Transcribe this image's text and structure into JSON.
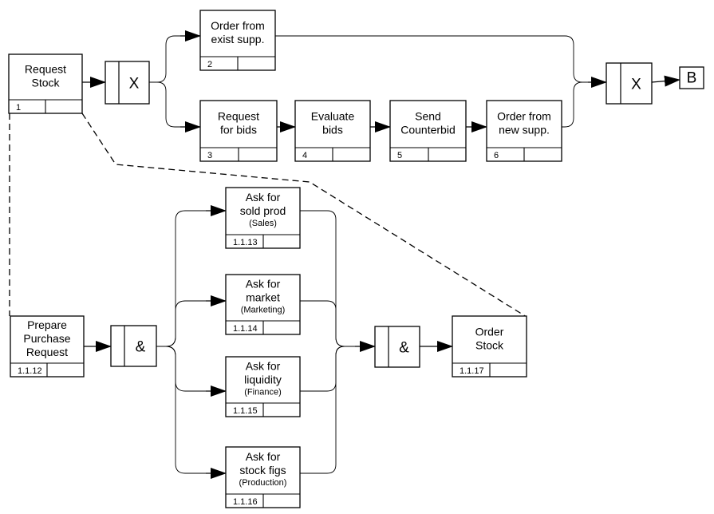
{
  "processes": [
    {
      "id": "p1",
      "lines": [
        "Request",
        "Stock"
      ],
      "sub": "",
      "num": "1"
    },
    {
      "id": "p2",
      "lines": [
        "Order from",
        "exist supp."
      ],
      "sub": "",
      "num": "2"
    },
    {
      "id": "p3",
      "lines": [
        "Request",
        "for bids"
      ],
      "sub": "",
      "num": "3"
    },
    {
      "id": "p4",
      "lines": [
        "Evaluate",
        "bids"
      ],
      "sub": "",
      "num": "4"
    },
    {
      "id": "p5",
      "lines": [
        "Send",
        "Counterbid"
      ],
      "sub": "",
      "num": "5"
    },
    {
      "id": "p6",
      "lines": [
        "Order from",
        "new supp."
      ],
      "sub": "",
      "num": "6"
    },
    {
      "id": "p12",
      "lines": [
        "Prepare",
        "Purchase",
        "Request"
      ],
      "sub": "",
      "num": "1.1.12"
    },
    {
      "id": "p13",
      "lines": [
        "Ask for",
        "sold  prod"
      ],
      "sub": "(Sales)",
      "num": "1.1.13"
    },
    {
      "id": "p14",
      "lines": [
        "Ask for",
        "market"
      ],
      "sub": "(Marketing)",
      "num": "1.1.14"
    },
    {
      "id": "p15",
      "lines": [
        "Ask for",
        "liquidity"
      ],
      "sub": "(Finance)",
      "num": "1.1.15"
    },
    {
      "id": "p16",
      "lines": [
        "Ask for",
        "stock figs"
      ],
      "sub": "(Production)",
      "num": "1.1.16"
    },
    {
      "id": "p17",
      "lines": [
        "Order",
        "Stock"
      ],
      "sub": "",
      "num": "1.1.17"
    }
  ],
  "junctions": [
    {
      "id": "j1",
      "symbol": "X",
      "type": "xor"
    },
    {
      "id": "j2",
      "symbol": "X",
      "type": "xor"
    },
    {
      "id": "j3",
      "symbol": "&",
      "type": "and"
    },
    {
      "id": "j4",
      "symbol": "&",
      "type": "and"
    }
  ],
  "referent": {
    "id": "ref",
    "label": "B"
  },
  "colors": {
    "stroke": "#000000",
    "background": "#ffffff"
  }
}
